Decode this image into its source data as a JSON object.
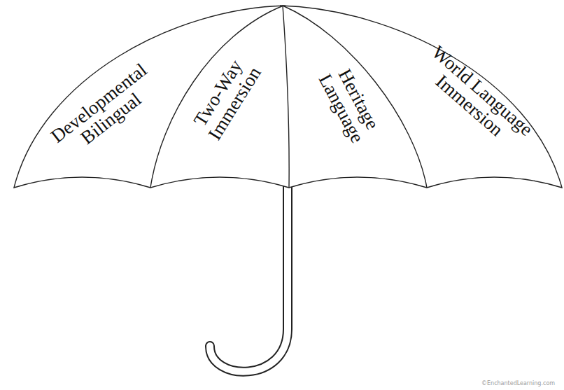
{
  "diagram": {
    "nodes": [
      {
        "text": [
          "Developmental Bilingual"
        ]
      },
      {
        "text": [
          "Two-Way Immersion"
        ]
      },
      {
        "text": [
          "Heritage Language"
        ]
      },
      {
        "text": [
          "World Language Immersion"
        ]
      }
    ],
    "labels": [
      "©EnchantedLearning.com"
    ]
  }
}
